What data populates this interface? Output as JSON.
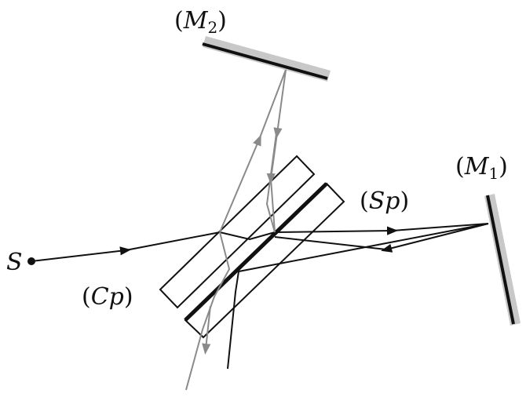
{
  "labels": {
    "source": "S",
    "mirror1": {
      "open": "(",
      "letter": "M",
      "sub": "1",
      "close": ")"
    },
    "mirror2": {
      "open": "(",
      "letter": "M",
      "sub": "2",
      "close": ")"
    },
    "separator": {
      "open": "(",
      "text": "Sp",
      "close": ")"
    },
    "compensator": {
      "open": "(",
      "text": "Cp",
      "close": ")"
    }
  },
  "colors": {
    "mirror_fill": "#c8c8c8",
    "mirror_edge": "#111111",
    "beam_primary": "#111111",
    "beam_secondary": "#8a8a8a",
    "plate_stroke": "#111111"
  }
}
